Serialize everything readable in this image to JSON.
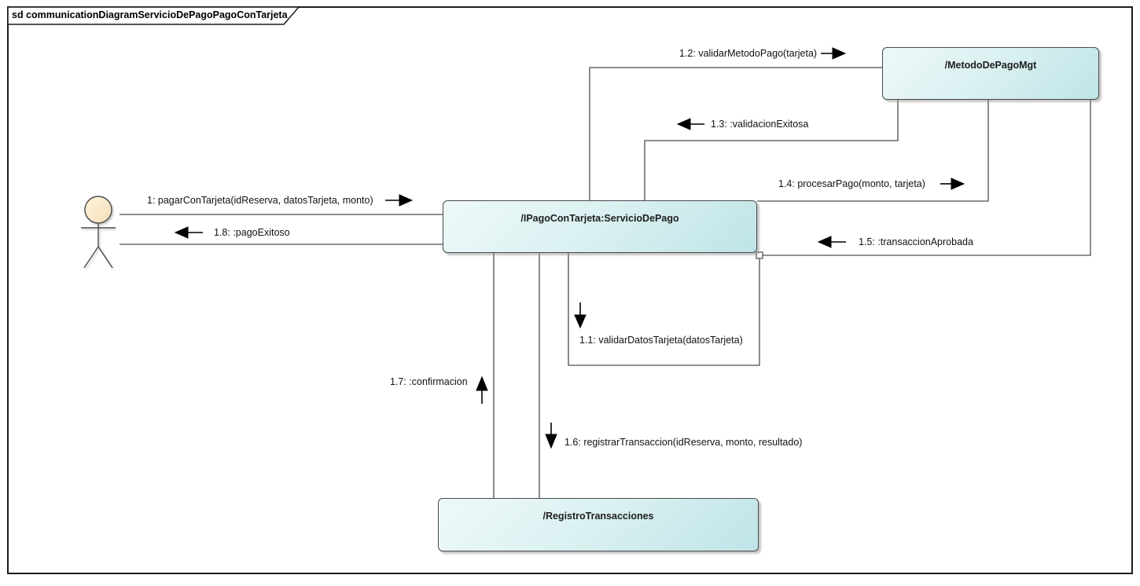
{
  "frame": {
    "title": "sd communicationDiagramServicioDePagoPagoConTarjeta"
  },
  "objects": {
    "metodo": {
      "label": "/MetodoDePagoMgt"
    },
    "servicio": {
      "label": "/IPagoConTarjeta:ServicioDePago"
    },
    "registro": {
      "label": "/RegistroTransacciones"
    }
  },
  "messages": {
    "m1": {
      "label": "1: pagarConTarjeta(idReserva, datosTarjeta, monto)",
      "direction": "right"
    },
    "m1_1": {
      "label": "1.1: validarDatosTarjeta(datosTarjeta)",
      "direction": "down"
    },
    "m1_2": {
      "label": "1.2: validarMetodoPago(tarjeta)",
      "direction": "right"
    },
    "m1_3": {
      "label": "1.3: :validacionExitosa",
      "direction": "left"
    },
    "m1_4": {
      "label": "1.4: procesarPago(monto, tarjeta)",
      "direction": "right"
    },
    "m1_5": {
      "label": "1.5: :transaccionAprobada",
      "direction": "left"
    },
    "m1_6": {
      "label": "1.6: registrarTransaccion(idReserva, monto, resultado)",
      "direction": "down"
    },
    "m1_7": {
      "label": "1.7: :confirmacion",
      "direction": "up"
    },
    "m1_8": {
      "label": "1.8: :pagoExitoso",
      "direction": "left"
    }
  },
  "colors": {
    "node_fill_light": "#eef9f9",
    "node_fill_dark": "#bfe4e7",
    "node_border": "#4a4a4a",
    "connector": "#4d4d4d",
    "frame_border": "#1c1c1c",
    "actor_head_light": "#fdf3da",
    "actor_head_dark": "#f5deb9",
    "text": "#111111"
  }
}
